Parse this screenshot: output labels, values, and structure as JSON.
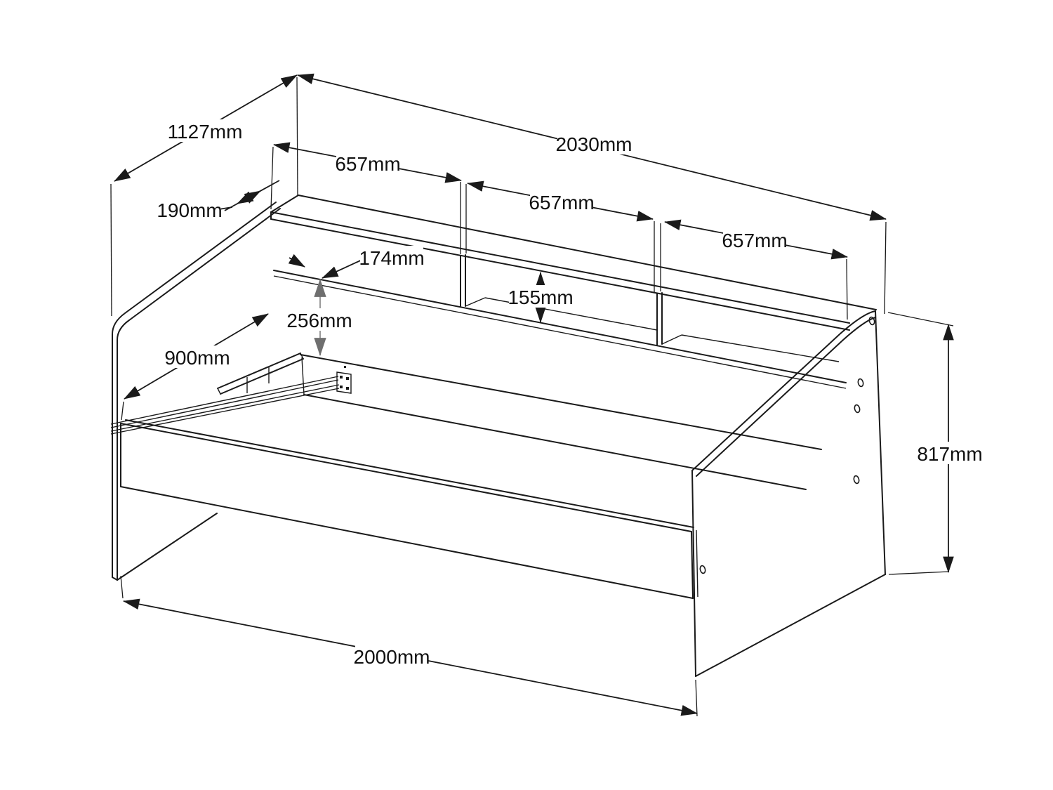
{
  "diagram": {
    "type": "furniture-dimension-drawing",
    "subject": "daybed with shelf headboard, isometric line drawing",
    "units": "mm",
    "colors": {
      "line": "#1a1a1a",
      "background": "#ffffff",
      "secondary_dim": "#9a9a9a"
    }
  },
  "dims": {
    "depth_overall": "1127mm",
    "width_overall": "2030mm",
    "shelf_bay_1": "657mm",
    "shelf_bay_2": "657mm",
    "shelf_bay_3": "657mm",
    "shelf_depth": "190mm",
    "shelf_overhang": "174mm",
    "cubby_gap": "155mm",
    "headboard_drop": "256mm",
    "bed_width": "900mm",
    "end_height": "817mm",
    "bed_length": "2000mm"
  }
}
